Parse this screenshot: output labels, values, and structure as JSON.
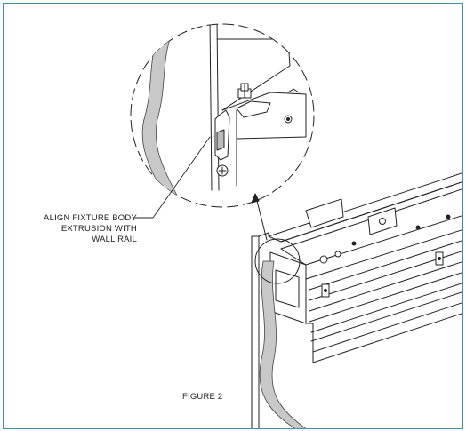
{
  "callout": {
    "lines": [
      "ALIGN FIXTURE BODY",
      "EXTRUSION WITH",
      "WALL RAIL"
    ]
  },
  "figure": {
    "label": "FIGURE 2"
  },
  "colors": {
    "frame_border": "#3d8fa6",
    "line": "#222222",
    "cable": "#c8c8c8"
  }
}
